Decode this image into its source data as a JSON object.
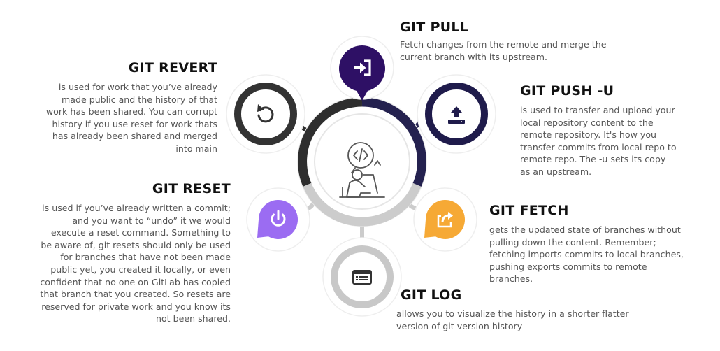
{
  "colors": {
    "pull": "#2e1065",
    "push": "#1f1b4b",
    "revert": "#333333",
    "reset": "#9b6cf2",
    "fetch": "#f6a935",
    "log": "#c8c8c8",
    "ring_dark": "#2e2e2e",
    "ring_navy": "#24214f",
    "ring_light": "#cccccc"
  },
  "icons": {
    "pull": "sign-in-icon",
    "push": "upload-icon",
    "revert": "undo-icon",
    "reset": "power-icon",
    "fetch": "share-icon",
    "log": "list-window-icon",
    "center": "developer-at-laptop-icon"
  },
  "commands": {
    "pull": {
      "title": "GIT PULL",
      "lines": [
        "Fetch changes from the remote and merge the",
        "current branch with its upstream."
      ]
    },
    "revert": {
      "title": "GIT REVERT",
      "lines": [
        "is used for work that you’ve already",
        "made public and the history of that",
        "work has been shared. You can corrupt",
        "history if you use reset for work thats",
        "has already been shared and merged",
        "into main"
      ]
    },
    "push": {
      "title": "GIT PUSH -U",
      "lines": [
        "is used to transfer and upload  your",
        "local repository content to the",
        "remote repository.  It's how you",
        "transfer commits from local repo to",
        "remote repo.  The -u sets its copy",
        "as an upstream."
      ]
    },
    "reset": {
      "title": "GIT RESET",
      "lines": [
        "is used if you’ve already written a commit;",
        "and you want to “undo” it  we would",
        "execute a reset command.  Something to",
        "be aware of, git resets should only be used",
        "for branches that have not been made",
        "public yet, you created it locally, or even",
        "confident that no one on GitLab has copied",
        "that branch that you created.  So resets are",
        "reserved for private work and you know its",
        "not been shared."
      ]
    },
    "fetch": {
      "title": "GIT FETCH",
      "lines": [
        "gets the updated state of branches without",
        "pulling down the content.   Remember;",
        "fetching imports commits to local branches,",
        "pushing exports commits to remote",
        "branches."
      ]
    },
    "log": {
      "title": "GIT LOG",
      "lines": [
        "allows you to visualize the history in a shorter flatter",
        "version of git version history"
      ]
    }
  }
}
